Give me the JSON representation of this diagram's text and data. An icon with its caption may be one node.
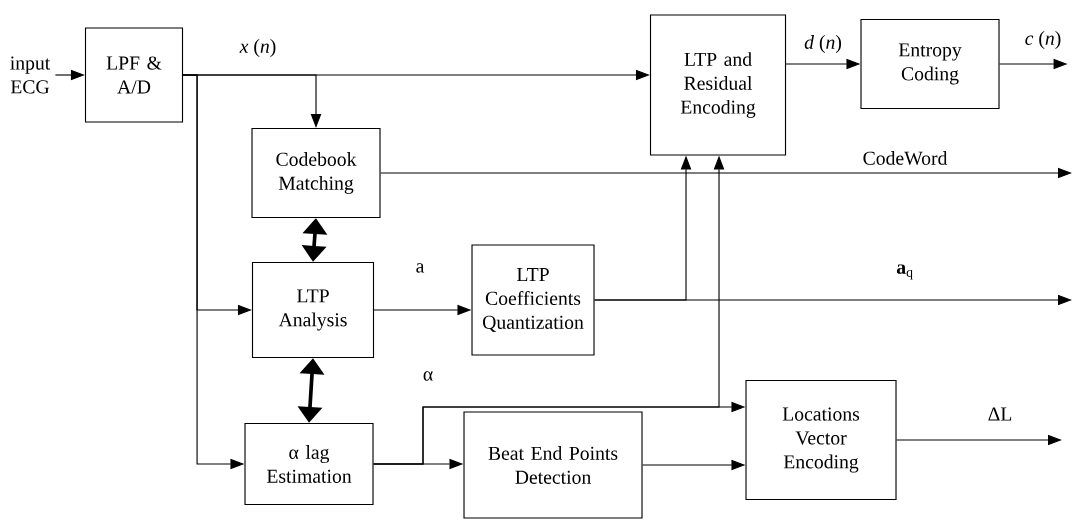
{
  "diagram": {
    "nodes": [
      {
        "text": [
          "input ECG"
        ]
      },
      {
        "text": [
          "LPF & A/D"
        ]
      },
      {
        "text": [
          "Codebook Matching"
        ]
      },
      {
        "text": [
          "LTP Analysis"
        ]
      },
      {
        "text": [
          "α lag Estimation"
        ]
      },
      {
        "text": [
          "LTP Coefficients Quantization"
        ]
      },
      {
        "text": [
          "Beat End Points Detection"
        ]
      },
      {
        "text": [
          "LTP and Residual Encoding"
        ]
      },
      {
        "text": [
          "Entropy Coding"
        ]
      },
      {
        "text": [
          "Locations Vector Encoding"
        ]
      }
    ],
    "edges": [
      {
        "from": 0,
        "to": 1,
        "arrow": "to"
      },
      {
        "from": 1,
        "to": 7,
        "arrow": "to",
        "label": "*x* (*n*)"
      },
      {
        "from": 1,
        "to": 2,
        "arrow": "to"
      },
      {
        "from": 1,
        "to": 3,
        "arrow": "to"
      },
      {
        "from": 1,
        "to": 4,
        "arrow": "to"
      },
      {
        "from": 2,
        "to": null,
        "arrow": "to",
        "label": "CodeWord"
      },
      {
        "from": 2,
        "to": 3,
        "arrow": "both",
        "style": "thick"
      },
      {
        "from": 3,
        "to": 4,
        "arrow": "both",
        "style": "thick"
      },
      {
        "from": 3,
        "to": 5,
        "arrow": "to",
        "label": "a"
      },
      {
        "from": 5,
        "to": null,
        "arrow": "to",
        "label": "**a**$_{q}$"
      },
      {
        "from": 5,
        "to": 7,
        "arrow": "to"
      },
      {
        "from": 4,
        "to": 6,
        "arrow": "to"
      },
      {
        "from": 4,
        "to": 9,
        "arrow": "to",
        "label": "α"
      },
      {
        "from": 4,
        "to": 7,
        "arrow": "to"
      },
      {
        "from": 6,
        "to": 9,
        "arrow": "to"
      },
      {
        "from": 7,
        "to": 8,
        "arrow": "to",
        "label": "*d* (*n*)"
      },
      {
        "from": 8,
        "to": null,
        "arrow": "to",
        "label": "*c* (*n*)"
      },
      {
        "from": 9,
        "to": null,
        "arrow": "to",
        "label": "ΔL"
      }
    ]
  }
}
